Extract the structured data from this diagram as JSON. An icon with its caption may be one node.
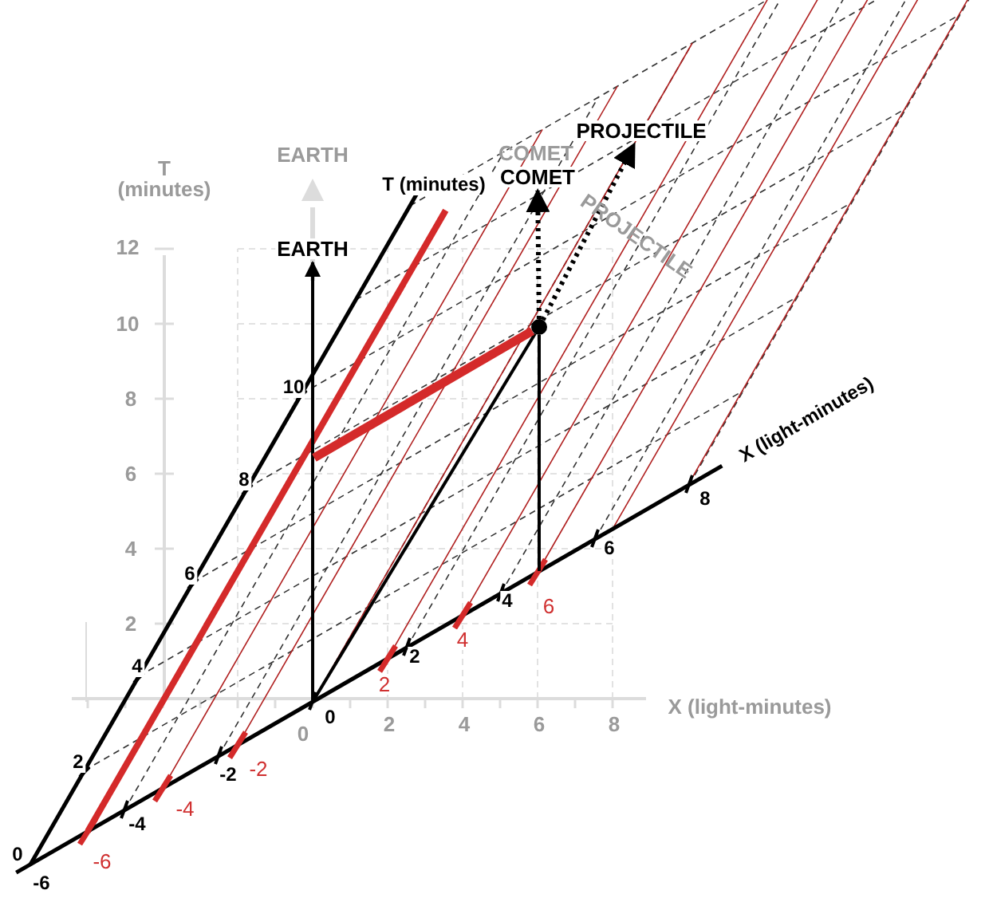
{
  "diagram": {
    "nodes": [
      {
        "text": [
          "EARTH"
        ]
      },
      {
        "text": [
          "COMET"
        ]
      },
      {
        "text": [
          "PROJECTILE"
        ]
      },
      {
        "text": [],
        "shape": "circle"
      }
    ],
    "edges": [
      {
        "from": null,
        "to": 0,
        "arrow": "to"
      },
      {
        "from": null,
        "to": 3,
        "arrow": "none"
      },
      {
        "from": null,
        "to": 3,
        "arrow": "none"
      },
      {
        "from": null,
        "to": 3,
        "arrow": "none",
        "style": "thick",
        "color": "#d42a2a"
      },
      {
        "from": 3,
        "to": 1,
        "arrow": "to",
        "style": "dashed"
      },
      {
        "from": 3,
        "to": 2,
        "arrow": "to",
        "style": "dashed"
      }
    ],
    "labels": [
      "T (minutes)",
      "EARTH",
      "T (minutes)",
      "COMET",
      "PROJECTILE",
      "12",
      "10",
      "8",
      "6",
      "4",
      "2",
      "10",
      "8",
      "X (light-minutes)",
      "6",
      "8",
      "6",
      "4",
      "6",
      "4",
      "2",
      "4",
      "2",
      "0",
      "X (light-minutes)",
      "0",
      "2",
      "4",
      "6",
      "8",
      "2",
      "-2",
      "-2",
      "-4",
      "-4",
      "0",
      "-6",
      "-6"
    ]
  }
}
